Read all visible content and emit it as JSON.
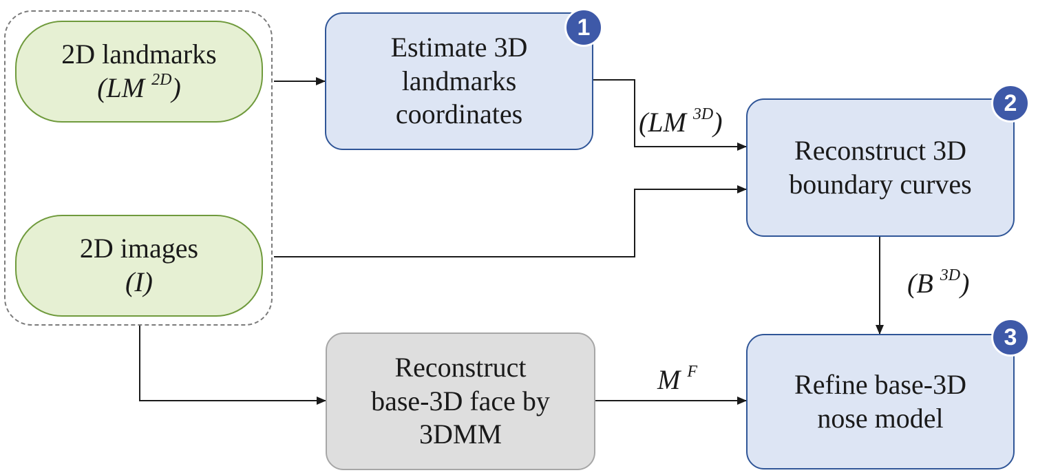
{
  "nodes": {
    "landmarks_2d": {
      "line1": "2D landmarks",
      "sym_open": "(",
      "sym_main": "LM",
      "sym_sup": "2D",
      "sym_close": ")"
    },
    "images_2d": {
      "line1": "2D images",
      "sym": "(I)"
    },
    "estimate": {
      "line1": "Estimate 3D",
      "line2": "landmarks",
      "line3": "coordinates",
      "badge": "1"
    },
    "reconstruct_curves": {
      "line1": "Reconstruct 3D",
      "line2": "boundary curves",
      "badge": "2"
    },
    "reconstruct_face": {
      "line1": "Reconstruct",
      "line2": "base-3D face by",
      "line3": "3DMM"
    },
    "refine": {
      "line1": "Refine base-3D",
      "line2": "nose model",
      "badge": "3"
    }
  },
  "edges": {
    "lm3d": {
      "open": "(",
      "main": "LM",
      "sup": "3D",
      "close": ")"
    },
    "b3d": {
      "open": "(",
      "main": "B",
      "sup": "3D",
      "close": ")"
    },
    "mf": {
      "main": "M",
      "sup": "F"
    }
  },
  "colors": {
    "input_fill": "#e6f0d3",
    "input_border": "#6f9a3c",
    "step_fill": "#dde5f4",
    "step_border": "#2f5597",
    "gray_fill": "#dedede",
    "gray_border": "#a6a6a6",
    "badge_fill": "#3e59a8",
    "arrow": "#1a1a1a",
    "dash": "#7a7a7a"
  }
}
